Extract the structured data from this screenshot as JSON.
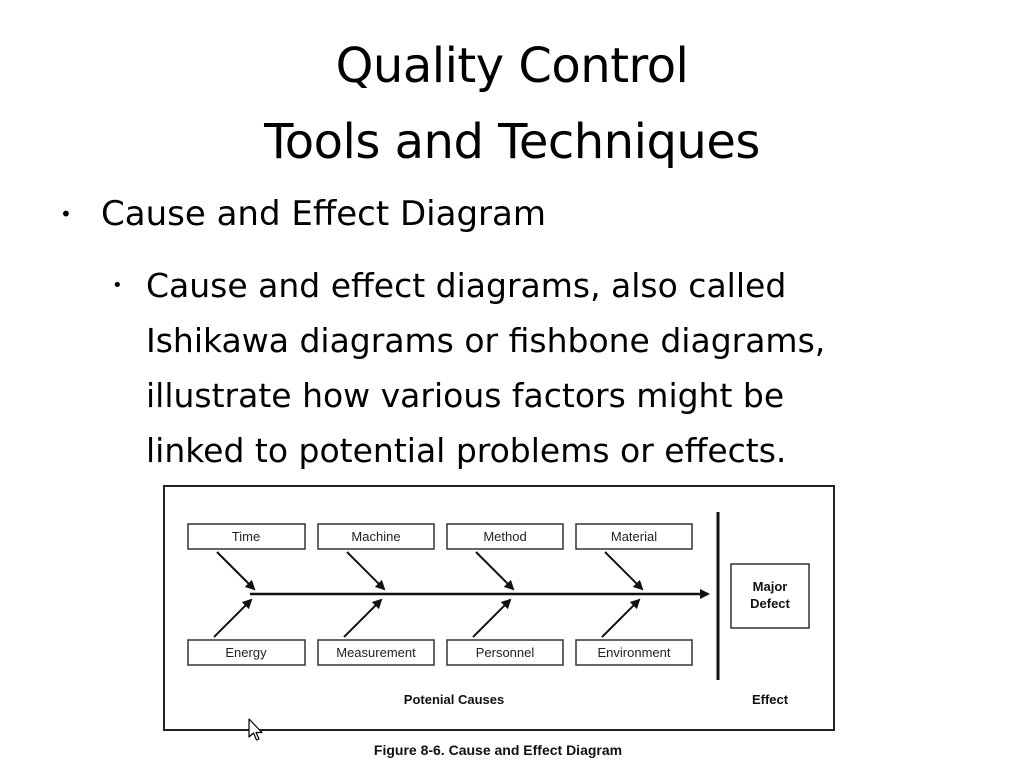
{
  "title": {
    "line1": "Quality Control",
    "line2": "Tools and Techniques"
  },
  "bullet_level1": {
    "text": "Cause and Effect Diagram"
  },
  "bullet_level2": {
    "lines": [
      " Cause and effect diagrams, also called",
      "Ishikawa diagrams or fishbone diagrams,",
      "illustrate how various factors might be",
      "linked to potential problems or effects."
    ]
  },
  "diagram": {
    "top_causes": [
      "Time",
      "Machine",
      "Method",
      "Material"
    ],
    "bottom_causes": [
      "Energy",
      "Measurement",
      "Personnel",
      "Environment"
    ],
    "effect_box_line1": "Major",
    "effect_box_line2": "Defect",
    "potential_causes_label": "Potenial Causes",
    "effect_label": "Effect",
    "caption": "Figure 8-6. Cause and Effect Diagram"
  }
}
